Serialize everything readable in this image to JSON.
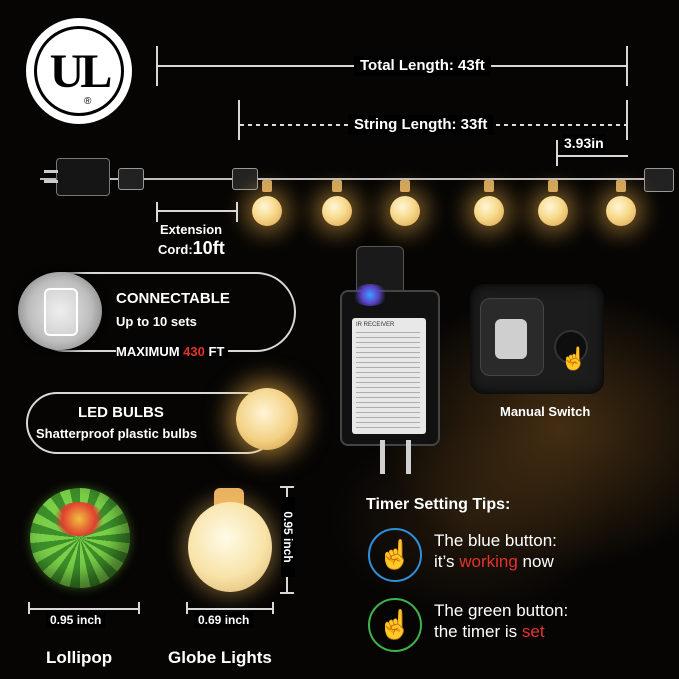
{
  "ul_logo": {
    "letters": "UL",
    "registered": "®"
  },
  "dimensions": {
    "total_length": "Total Length: 43ft",
    "string_length": "String Length: 33ft",
    "spacing": "3.93in",
    "extension_label_1": "Extension",
    "extension_label_2": "Cord:",
    "extension_value": "10ft"
  },
  "connectable": {
    "title": "CONNECTABLE",
    "subtitle": "Up to 10 sets",
    "maximum_prefix": "MAXIMUM",
    "maximum_value": "430",
    "maximum_unit": "FT"
  },
  "led_bulbs": {
    "title": "LED BULBS",
    "subtitle": "Shatterproof plastic bulbs"
  },
  "controller": {
    "receiver_label": "IR RECEIVER"
  },
  "manual_switch": {
    "label": "Manual Switch"
  },
  "timer_tips": {
    "title": "Timer Setting Tips:",
    "blue_line1": "The blue button:",
    "blue_line2_prefix": "it’s",
    "blue_line2_highlight": "working",
    "blue_line2_suffix": "now",
    "green_line1": "The green button:",
    "green_line2_prefix": "the timer is",
    "green_line2_highlight": "set"
  },
  "comparison": {
    "lollipop_width": "0.95 inch",
    "lollipop_label": "Lollipop",
    "globe_width": "0.69 inch",
    "globe_height": "0.95 inch",
    "globe_label": "Globe Lights"
  },
  "colors": {
    "accent_red": "#e5332a",
    "bulb_glow": "#f7d98c",
    "blue_icon": "#2f8fd8",
    "green_icon": "#3fb34a"
  }
}
